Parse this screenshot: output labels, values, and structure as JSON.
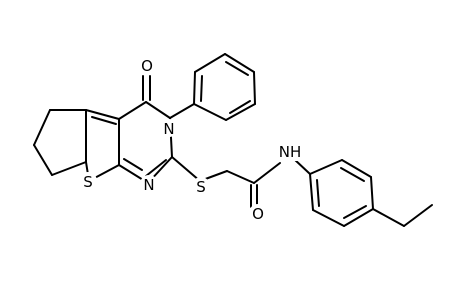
{
  "molecule": {
    "atom_labels": {
      "carbonyl_oxygen": "O",
      "ring_nitrogen_phenyl": "N",
      "thiophene_sulfur": "S",
      "pyrimidine_nitrogen": "N",
      "thioether_sulfur": "S",
      "amide_oxygen": "O",
      "amide_nh": "NH"
    }
  }
}
